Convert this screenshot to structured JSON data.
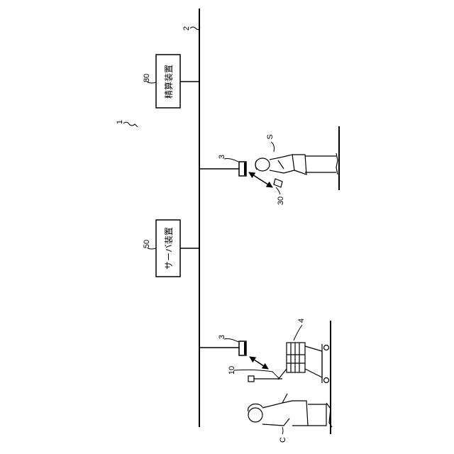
{
  "labels": {
    "bus": "2",
    "system": "1",
    "checkout": "80",
    "server": "50",
    "sensor_upper": "3",
    "sensor_lower": "3",
    "staff": "S",
    "staff_terminal": "30",
    "cart": "4",
    "cart_terminal": "10",
    "customer": "C"
  },
  "boxes": {
    "checkout_text": "精算装置",
    "server_text": "サーバ装置"
  }
}
